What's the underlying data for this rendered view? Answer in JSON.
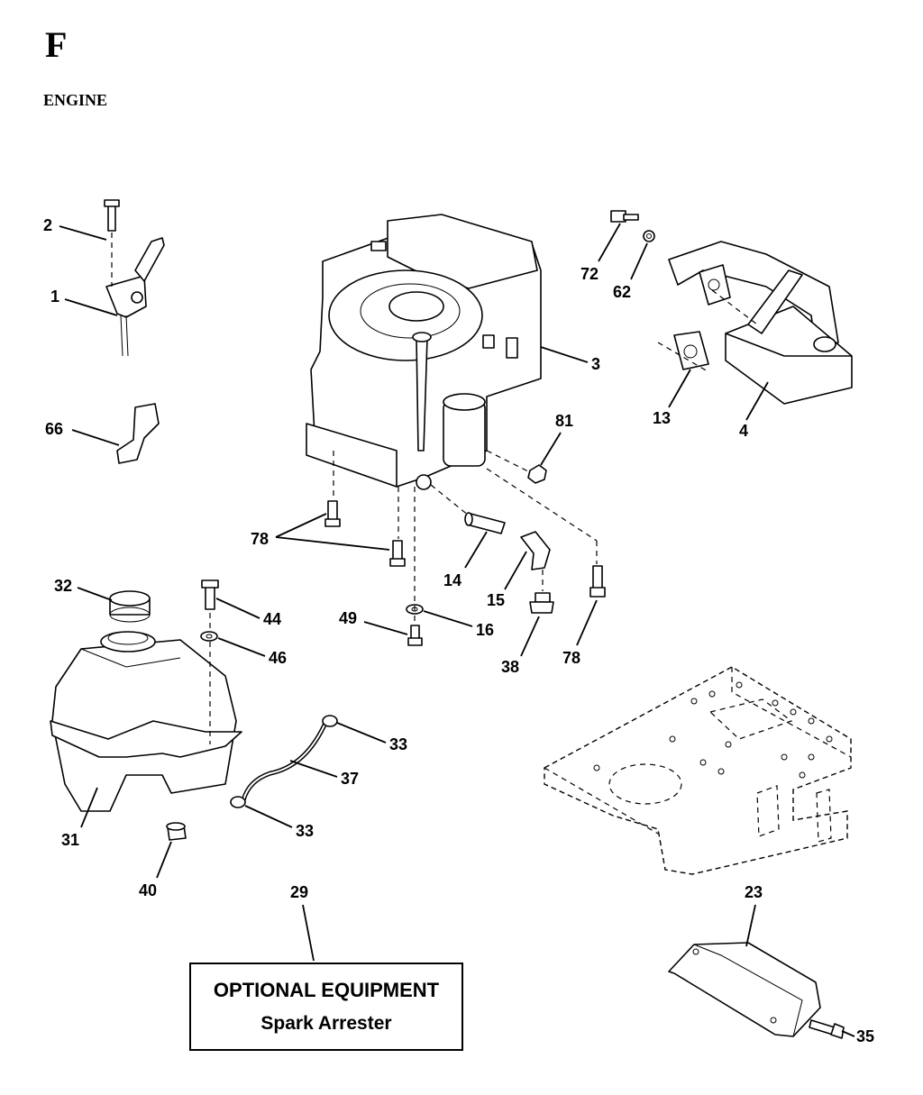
{
  "header": {
    "section_letter": "F",
    "section_title": "ENGINE"
  },
  "callouts": {
    "c1": "1",
    "c2": "2",
    "c3": "3",
    "c4": "4",
    "c13": "13",
    "c14": "14",
    "c15": "15",
    "c16": "16",
    "c23": "23",
    "c29": "29",
    "c31": "31",
    "c32": "32",
    "c33a": "33",
    "c33b": "33",
    "c35": "35",
    "c37": "37",
    "c38": "38",
    "c40": "40",
    "c44": "44",
    "c46": "46",
    "c49": "49",
    "c62": "62",
    "c66": "66",
    "c72": "72",
    "c78a": "78",
    "c78b": "78",
    "c81": "81"
  },
  "optional_box": {
    "title": "OPTIONAL EQUIPMENT",
    "subtitle": "Spark Arrester"
  }
}
